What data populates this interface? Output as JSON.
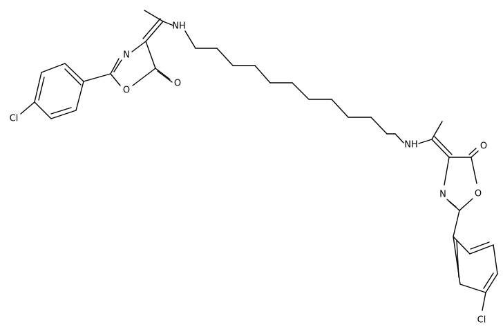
{
  "atom_labels": {
    "nh_left": "NH",
    "nh_right": "NH",
    "n_left": "N",
    "n_right": "N",
    "o_ring_left": "O",
    "o_ring_right": "O",
    "o_carbonyl_left": "O",
    "o_carbonyl_right": "O",
    "cl_left": "Cl",
    "cl_right": "Cl"
  },
  "colors": {
    "bond": "#000000",
    "label": "#000000",
    "background": "#ffffff"
  }
}
